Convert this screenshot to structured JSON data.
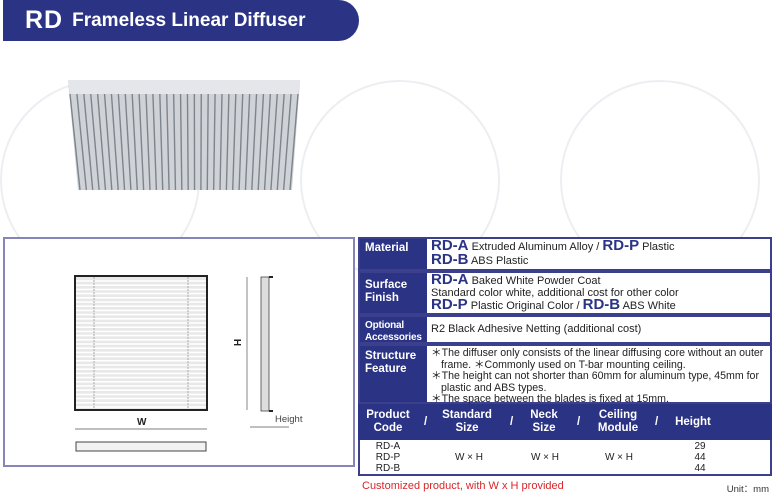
{
  "header": {
    "code": "RD",
    "title": "Frameless Linear Diffuser"
  },
  "drawing": {
    "w_label": "W",
    "h_label": "H",
    "height_label": "Height"
  },
  "spec": {
    "material": {
      "label": "Material",
      "a_code": "RD-A",
      "a_text": "Extruded Aluminum Alloy /",
      "p_code": "RD-P",
      "p_text": "Plastic",
      "b_code": "RD-B",
      "b_text": "ABS Plastic"
    },
    "surface": {
      "label": "Surface Finish",
      "a_code": "RD-A",
      "a_text": "Baked White Powder Coat",
      "line2": "Standard color white, additional cost for other color",
      "p_code": "RD-P",
      "p_text": "Plastic Original Color /",
      "b_code": "RD-B",
      "b_text": "ABS White"
    },
    "optional": {
      "label": "Optional Accessories",
      "text": "R2 Black Adhesive Netting  (additional cost)"
    },
    "structure": {
      "label": "Structure Feature",
      "items": [
        "＊The diffuser only consists of the linear diffusing core without an outer frame.  ＊Commonly used on T-bar mounting ceiling.",
        "＊The height can not shorter than 60mm for aluminum type, 45mm for plastic and ABS types.",
        "＊The space between the blades is fixed at 15mm."
      ]
    }
  },
  "table": {
    "headers": [
      "Product Code",
      "Standard Size",
      "Neck Size",
      "Ceiling Module",
      "Height"
    ],
    "separator": "/",
    "codes": [
      "RD-A",
      "RD-P",
      "RD-B"
    ],
    "standard_size": "W × H",
    "neck_size": "W × H",
    "ceiling_module": "W × H",
    "heights": [
      "29",
      "44",
      "44"
    ]
  },
  "footer": {
    "note": "Customized product, with W x H provided",
    "unit": "Unit：mm"
  }
}
